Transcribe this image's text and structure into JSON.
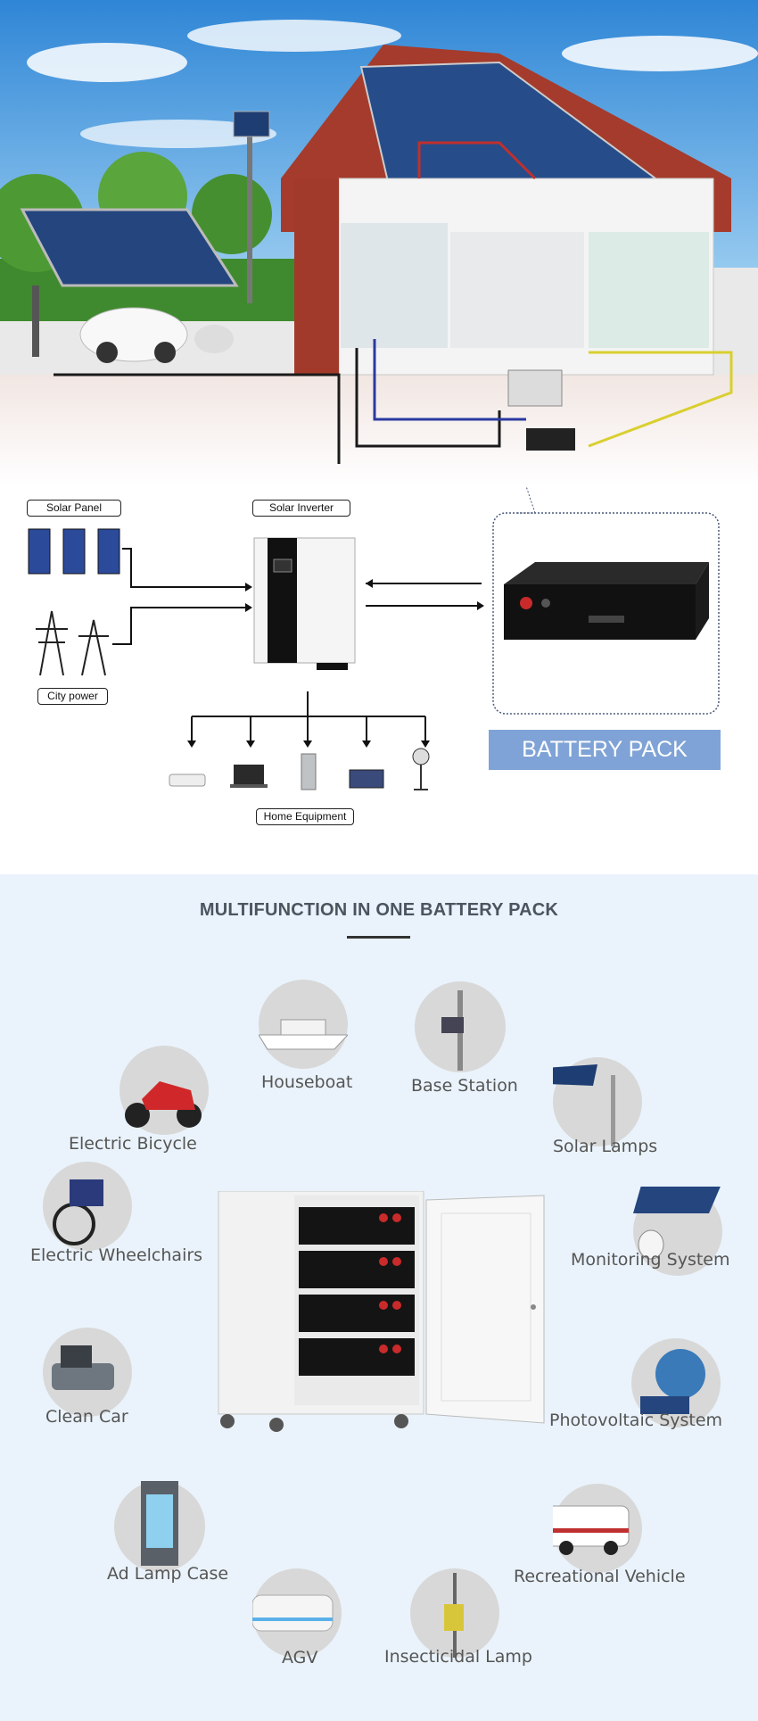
{
  "diagram": {
    "solar_panel_label": "Solar Panel",
    "solar_inverter_label": "Solar Inverter",
    "city_power_label": "City power",
    "home_equipment_label": "Home Equipment",
    "battery_pack_label": "BATTERY PACK"
  },
  "applications": {
    "title": "MULTIFUNCTION IN ONE BATTERY PACK",
    "items": [
      "Houseboat",
      "Base Station",
      "Electric Bicycle",
      "Solar Lamps",
      "Electric Wheelchairs",
      "Monitoring System",
      "Clean Car",
      "Photovoltaic System",
      "Ad Lamp Case",
      "Recreational  Vehicle",
      "AGV",
      "Insecticidal Lamp"
    ]
  },
  "colors": {
    "sky": "#4a9be0",
    "roof": "#9c3b2a",
    "battery_banner": "#7fa3d6",
    "section_bg": "#eaf3fb",
    "title_text": "#4a5560"
  }
}
